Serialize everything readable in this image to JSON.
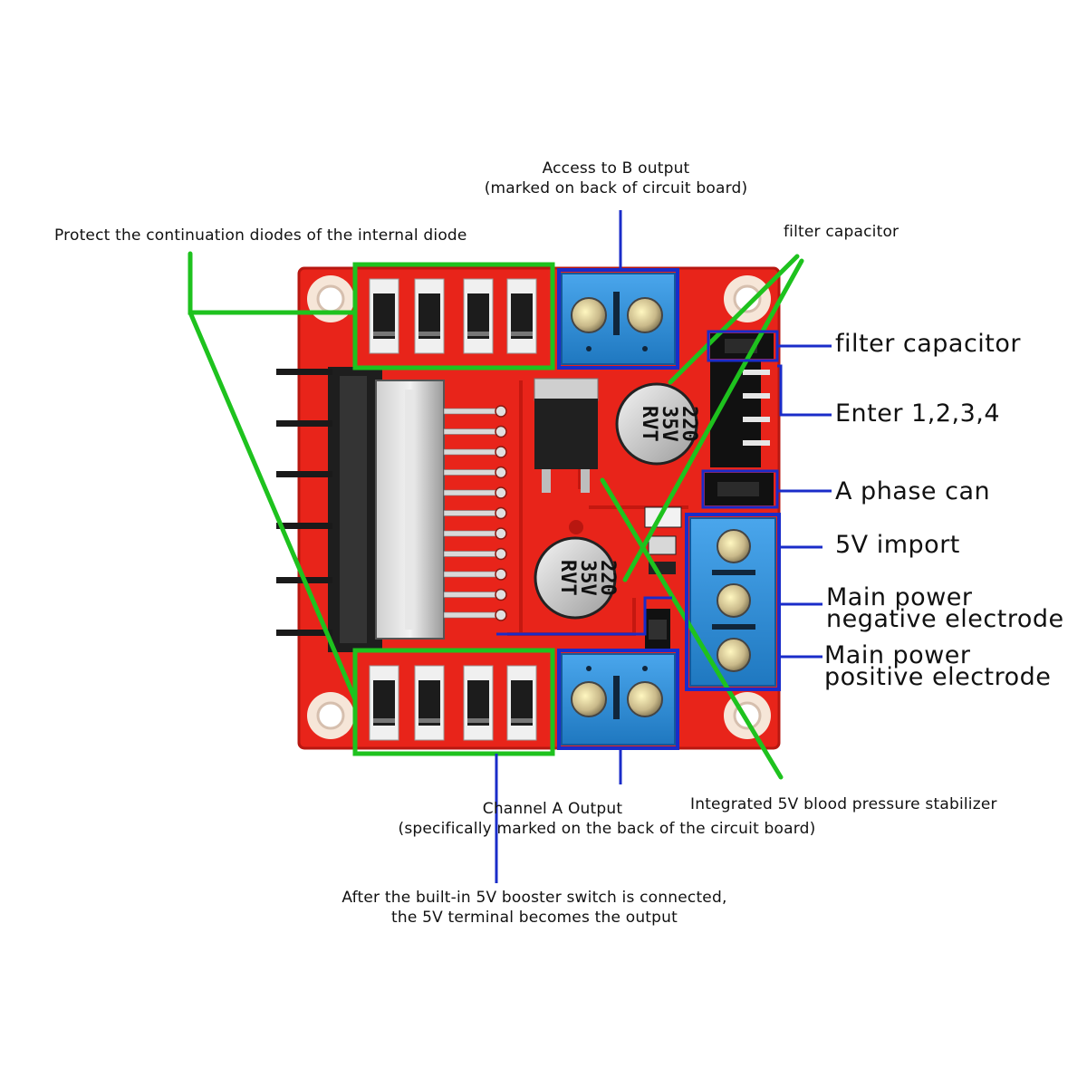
{
  "labels": {
    "access_b_line1": "Access to B output",
    "access_b_line2": "(marked on back of circuit board)",
    "protect_diodes": "Protect the continuation diodes of the internal diode",
    "filter_cap_small": "filter capacitor",
    "filter_cap_large": "filter capacitor",
    "enter_inputs": "Enter 1,2,3,4",
    "a_phase": "A phase can",
    "five_v_import": "5V import",
    "main_neg_line1": "Main power",
    "main_neg_line2": "negative electrode",
    "main_pos_line1": "Main power",
    "main_pos_line2": "positive electrode",
    "integrated_5v": "Integrated 5V blood pressure stabilizer",
    "channel_a_line1": "Channel A Output",
    "channel_a_line2": "(specifically marked on the back of the circuit board)",
    "booster_line1": "After the built-in 5V booster switch is connected,",
    "booster_line2": "the 5V terminal becomes the output"
  },
  "board": {
    "capacitor_text": [
      "220",
      "35V",
      "RVT"
    ],
    "colors": {
      "pcb": "#e8241a",
      "pcb_dark": "#c41810",
      "terminal": "#2f8fd8",
      "highlight_green": "#1ec21e",
      "highlight_blue": "#1a2cc9"
    }
  }
}
